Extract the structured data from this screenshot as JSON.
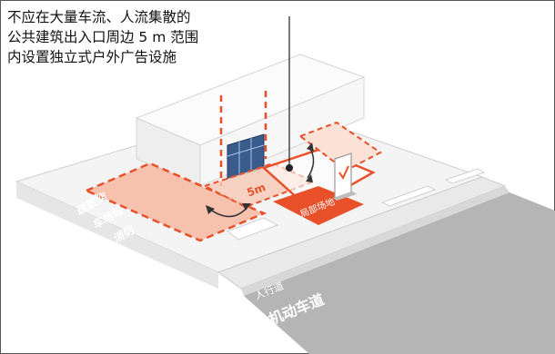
{
  "caption": {
    "lines": [
      "不应在大量车流、人流集散的",
      "公共建筑出入口周边 5 m 范围",
      "内设置独立式户外广告设施"
    ]
  },
  "labels": {
    "distance": "5m",
    "zone_left": [
      "疏散作",
      "车场地",
      "消防"
    ],
    "zone_right": "局部场地",
    "sidewalk": "人行道",
    "road": "机动车道"
  },
  "colors": {
    "accent": "#e8502a",
    "zone_fill": "#f6b9a0",
    "road": "#b3b3b3",
    "ground": "#f3f3f3",
    "building": "#f6f6f6"
  }
}
